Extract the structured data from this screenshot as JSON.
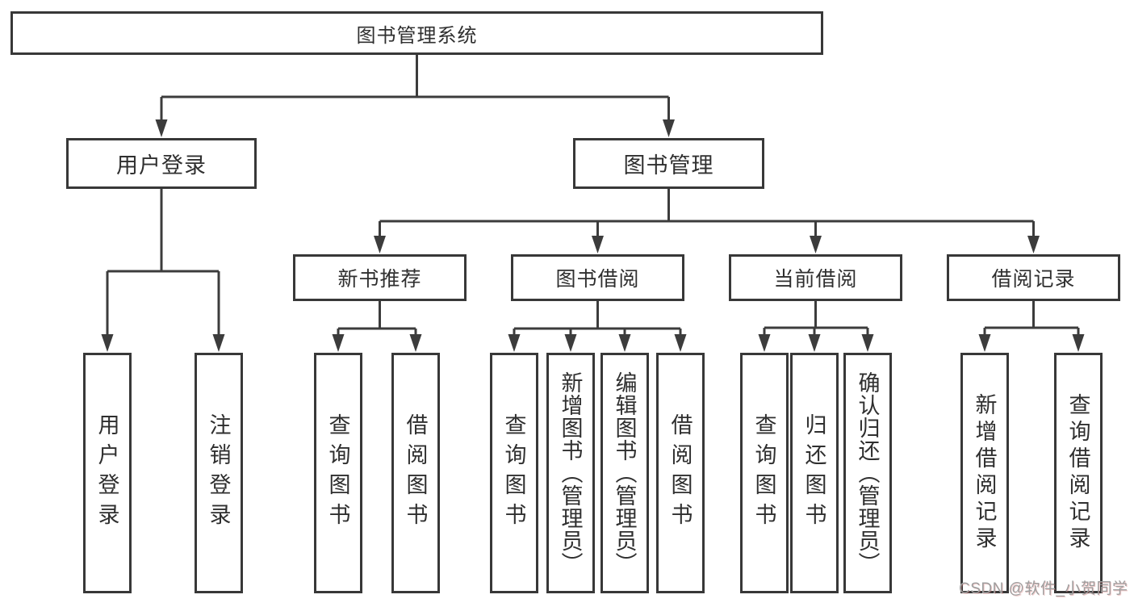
{
  "diagram_title": "图书管理系统",
  "nodes": {
    "root": "图书管理系统",
    "branches": [
      {
        "label": "用户登录",
        "leaves": [
          "用户登录",
          "注销登录"
        ]
      },
      {
        "label": "图书管理",
        "groups": [
          {
            "label": "新书推荐",
            "leaves": [
              "查询图书",
              "借阅图书"
            ]
          },
          {
            "label": "图书借阅",
            "leaves": [
              "查询图书",
              "新增图书（管理员）",
              "编辑图书（管理员）",
              "借阅图书"
            ]
          },
          {
            "label": "当前借阅",
            "leaves": [
              "查询图书",
              "归还图书",
              "确认归还（管理员）"
            ]
          },
          {
            "label": "借阅记录",
            "leaves": [
              "新增借阅记录",
              "查询借阅记录"
            ]
          }
        ]
      }
    ]
  },
  "watermark": "CSDN @软件_小贺同学",
  "colors": {
    "line": "#3c3c3c",
    "box_border": "#383838",
    "text": "#2f2f2f",
    "watermark": "#9e9e9e",
    "background": "#ffffff"
  }
}
